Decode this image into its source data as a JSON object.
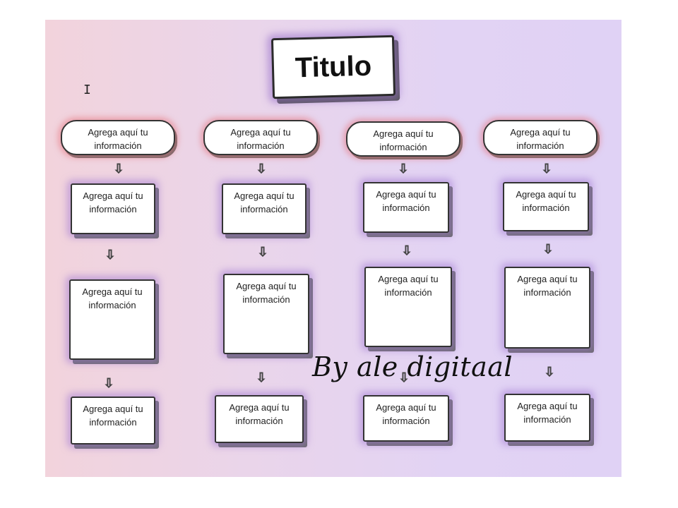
{
  "title": "Titulo",
  "cursor_mark": "I",
  "node_line1": "Agrega aquí tu",
  "node_line2": "información",
  "arrow_glyph": "⇩",
  "watermark": "By ale digitaal",
  "colors": {
    "background_left": "#f2d3dc",
    "background_right": "#e0d2f5",
    "pill_glow": "#e67882",
    "box_glow": "#a078d2"
  }
}
